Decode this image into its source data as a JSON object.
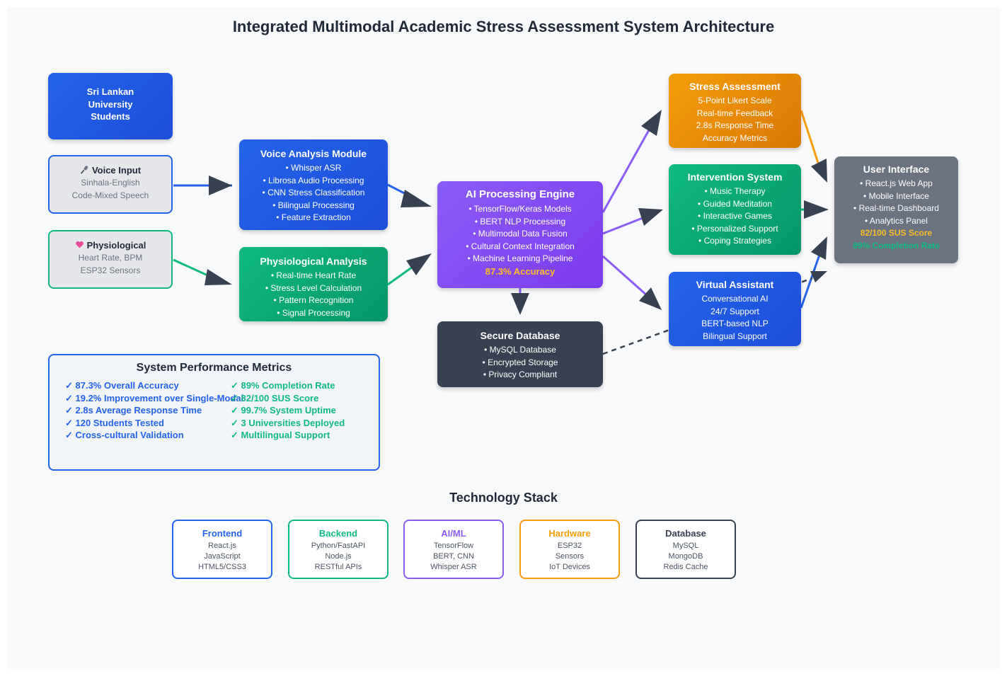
{
  "title": "Integrated Multimodal Academic Stress Assessment System Architecture",
  "students": {
    "lines": [
      "Sri Lankan",
      "University",
      "Students"
    ]
  },
  "voice_input": {
    "icon": "microphone-icon",
    "title": "Voice Input",
    "lines": [
      "Sinhala-English",
      "Code-Mixed Speech"
    ]
  },
  "physio_input": {
    "icon": "heart-icon",
    "title": "Physiological",
    "lines": [
      "Heart Rate, BPM",
      "ESP32 Sensors"
    ]
  },
  "voice_module": {
    "title": "Voice Analysis Module",
    "items": [
      "• Whisper ASR",
      "• Librosa Audio Processing",
      "• CNN Stress Classification",
      "• Bilingual Processing",
      "• Feature Extraction"
    ]
  },
  "physio_module": {
    "title": "Physiological Analysis",
    "items": [
      "• Real-time Heart Rate",
      "• Stress Level Calculation",
      "• Pattern Recognition",
      "• Signal Processing"
    ]
  },
  "ai_engine": {
    "title": "AI Processing Engine",
    "items": [
      "• TensorFlow/Keras Models",
      "• BERT NLP Processing",
      "• Multimodal Data Fusion",
      "• Cultural Context Integration",
      "• Machine Learning Pipeline"
    ],
    "highlight": "87.3% Accuracy"
  },
  "database": {
    "title": "Secure Database",
    "items": [
      "• MySQL Database",
      "• Encrypted Storage",
      "• Privacy Compliant"
    ]
  },
  "stress_assessment": {
    "title": "Stress Assessment",
    "items": [
      "5-Point Likert Scale",
      "Real-time Feedback",
      "2.8s Response Time",
      "Accuracy Metrics"
    ]
  },
  "intervention": {
    "title": "Intervention System",
    "items": [
      "• Music Therapy",
      "• Guided Meditation",
      "• Interactive Games",
      "• Personalized Support",
      "• Coping Strategies"
    ]
  },
  "virtual_assistant": {
    "title": "Virtual Assistant",
    "items": [
      "Conversational AI",
      "24/7 Support",
      "BERT-based NLP",
      "Bilingual Support"
    ]
  },
  "user_interface": {
    "title": "User Interface",
    "items": [
      "• React.js Web App",
      "• Mobile Interface",
      "• Real-time Dashboard",
      "• Analytics Panel"
    ],
    "highlight1": "82/100 SUS Score",
    "highlight2": "89% Completion Rate"
  },
  "metrics": {
    "title": "System Performance Metrics",
    "left": [
      "✓ 87.3% Overall Accuracy",
      "✓ 19.2% Improvement over Single-Modal",
      "✓ 2.8s Average Response Time",
      "✓ 120 Students Tested",
      "✓ Cross-cultural Validation"
    ],
    "right": [
      "✓ 89% Completion Rate",
      "✓ 82/100 SUS Score",
      "✓ 99.7% System Uptime",
      "✓ 3 Universities Deployed",
      "✓ Multilingual Support"
    ]
  },
  "tech_stack": {
    "title": "Technology Stack",
    "items": [
      {
        "name": "Frontend",
        "color": "#2563eb",
        "lines": [
          "React.js",
          "JavaScript",
          "HTML5/CSS3"
        ]
      },
      {
        "name": "Backend",
        "color": "#10b981",
        "lines": [
          "Python/FastAPI",
          "Node.js",
          "RESTful APIs"
        ]
      },
      {
        "name": "AI/ML",
        "color": "#8b5cf6",
        "lines": [
          "TensorFlow",
          "BERT, CNN",
          "Whisper ASR"
        ]
      },
      {
        "name": "Hardware",
        "color": "#f59e0b",
        "lines": [
          "ESP32",
          "Sensors",
          "IoT Devices"
        ]
      },
      {
        "name": "Database",
        "color": "#374151",
        "lines": [
          "MySQL",
          "MongoDB",
          "Redis Cache"
        ]
      }
    ]
  },
  "colors": {
    "blue": "#2563eb",
    "green": "#10b981",
    "purple": "#8b5cf6",
    "orange": "#f59e0b",
    "dark": "#374151",
    "gray": "#6b7280",
    "arrow": "#374151"
  }
}
